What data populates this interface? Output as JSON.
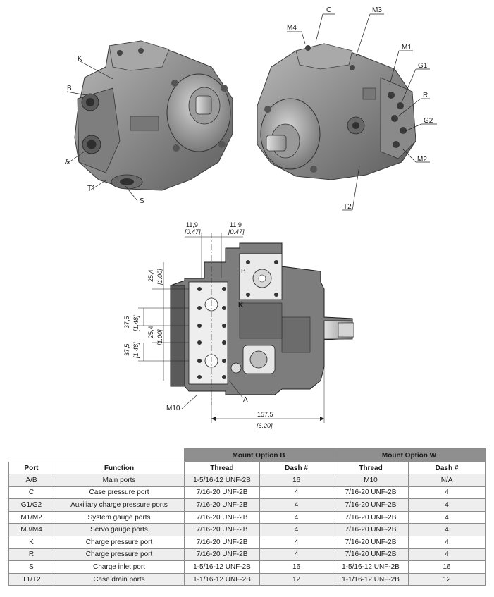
{
  "callouts": {
    "K": "K",
    "B": "B",
    "A": "A",
    "T1": "T1",
    "S": "S",
    "C": "C",
    "M3": "M3",
    "M4": "M4",
    "M1": "M1",
    "G1": "G1",
    "R": "R",
    "G2": "G2",
    "M2": "M2",
    "T2": "T2"
  },
  "drawing": {
    "dim_top_left": "11,9",
    "dim_top_left_in": "[0.47]",
    "dim_top_right": "11,9",
    "dim_top_right_in": "[0.47]",
    "dim_v1": "25,4",
    "dim_v1_in": "[1.00]",
    "dim_v2": "37,5",
    "dim_v2_in": "[1.48]",
    "dim_v3": "25,4",
    "dim_v3_in": "[1.00]",
    "dim_v4": "37,5",
    "dim_v4_in": "[1.48]",
    "dim_bottom": "157,5",
    "dim_bottom_in": "[6.20]",
    "label_B": "B",
    "label_K": "K",
    "label_A": "A",
    "label_M10": "M10"
  },
  "table": {
    "group_b": "Mount Option B",
    "group_w": "Mount Option W",
    "headers": [
      "Port",
      "Function",
      "Thread",
      "Dash #",
      "Thread",
      "Dash #"
    ],
    "rows": [
      [
        "A/B",
        "Main ports",
        "1-5/16-12 UNF-2B",
        "16",
        "M10",
        "N/A"
      ],
      [
        "C",
        "Case pressure port",
        "7/16-20 UNF-2B",
        "4",
        "7/16-20 UNF-2B",
        "4"
      ],
      [
        "G1/G2",
        "Auxiliary charge pressure ports",
        "7/16-20 UNF-2B",
        "4",
        "7/16-20 UNF-2B",
        "4"
      ],
      [
        "M1/M2",
        "System gauge ports",
        "7/16-20 UNF-2B",
        "4",
        "7/16-20 UNF-2B",
        "4"
      ],
      [
        "M3/M4",
        "Servo gauge ports",
        "7/16-20 UNF-2B",
        "4",
        "7/16-20 UNF-2B",
        "4"
      ],
      [
        "K",
        "Charge pressure port",
        "7/16-20 UNF-2B",
        "4",
        "7/16-20 UNF-2B",
        "4"
      ],
      [
        "R",
        "Charge pressure port",
        "7/16-20 UNF-2B",
        "4",
        "7/16-20 UNF-2B",
        "4"
      ],
      [
        "S",
        "Charge inlet port",
        "1-5/16-12 UNF-2B",
        "16",
        "1-5/16-12 UNF-2B",
        "16"
      ],
      [
        "T1/T2",
        "Case drain ports",
        "1-1/16-12 UNF-2B",
        "12",
        "1-1/16-12 UNF-2B",
        "12"
      ]
    ]
  }
}
